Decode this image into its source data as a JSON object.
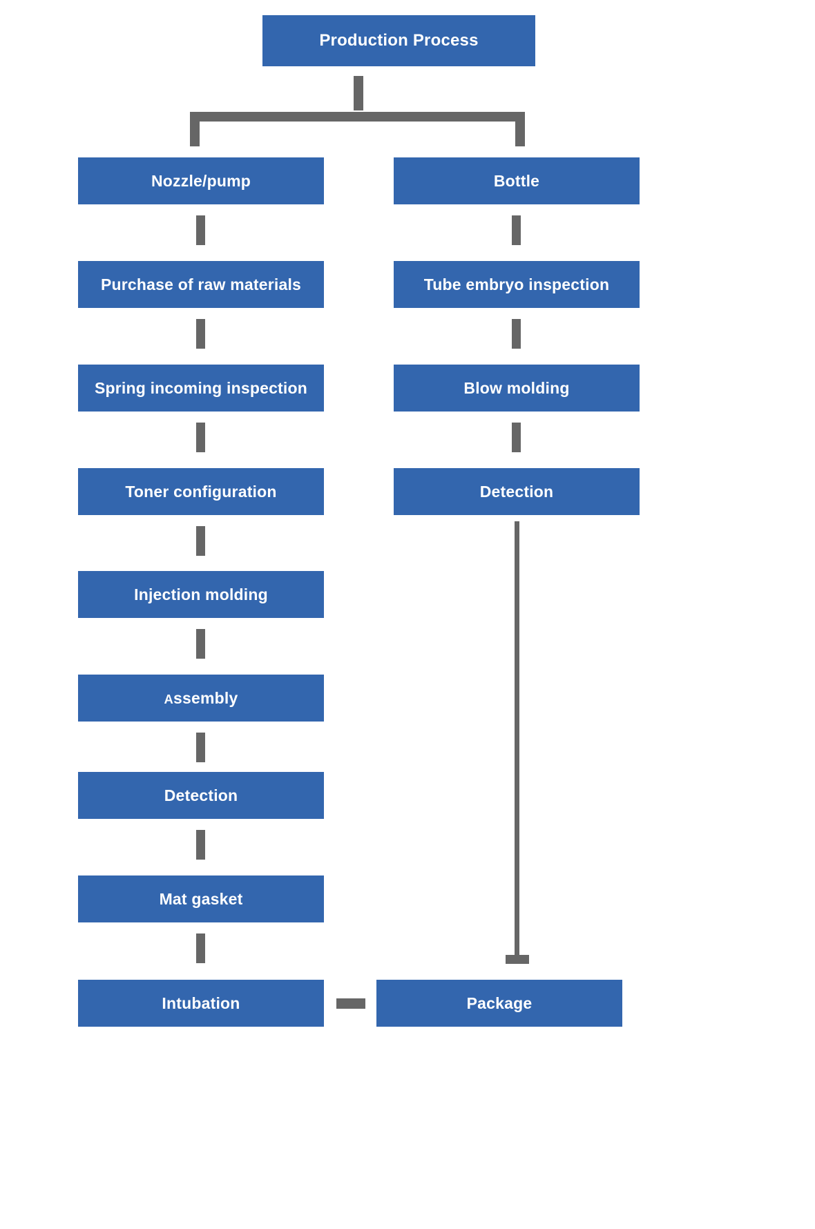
{
  "diagram": {
    "title": "Production Process",
    "type": "flowchart",
    "colors": {
      "node_fill": "#3366AE",
      "node_text": "#FFFFFF",
      "connector": "#666666",
      "background": "#FFFFFF"
    },
    "root": {
      "label": "Production Process"
    },
    "branches": [
      {
        "name": "nozzle-pump-branch",
        "steps": [
          {
            "label": "Nozzle/pump"
          },
          {
            "label": "Purchase of raw materials"
          },
          {
            "label": "Spring incoming inspection"
          },
          {
            "label": "Toner configuration"
          },
          {
            "label": "Injection molding"
          },
          {
            "label": "Assembly",
            "style": "small-cap-initial"
          },
          {
            "label": "Detection"
          },
          {
            "label": "Mat gasket"
          },
          {
            "label": "Intubation"
          }
        ]
      },
      {
        "name": "bottle-branch",
        "steps": [
          {
            "label": "Bottle"
          },
          {
            "label": "Tube embryo inspection"
          },
          {
            "label": "Blow molding"
          },
          {
            "label": "Detection"
          }
        ]
      }
    ],
    "terminal": {
      "label": "Package"
    }
  }
}
